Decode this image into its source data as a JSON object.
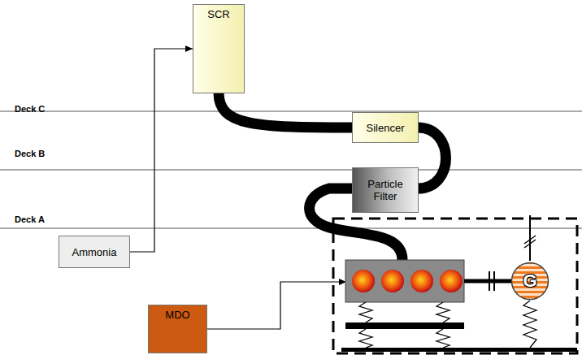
{
  "diagram": {
    "nodes": [
      {
        "text": [
          "SCR"
        ]
      },
      {
        "text": [
          "Silencer"
        ]
      },
      {
        "text": [
          "Particle Filter"
        ]
      },
      {
        "text": [
          "Ammonia"
        ]
      },
      {
        "text": [
          "MDO"
        ]
      },
      {
        "text": [
          "G"
        ]
      }
    ],
    "edges": [
      {
        "from": 3,
        "to": 0,
        "arrow": "to"
      },
      {
        "from": 2,
        "to": 1,
        "arrow": "none"
      },
      {
        "from": 1,
        "to": 0,
        "arrow": "none"
      }
    ],
    "labels": [
      "Deck C",
      "Deck B",
      "Deck A"
    ]
  }
}
